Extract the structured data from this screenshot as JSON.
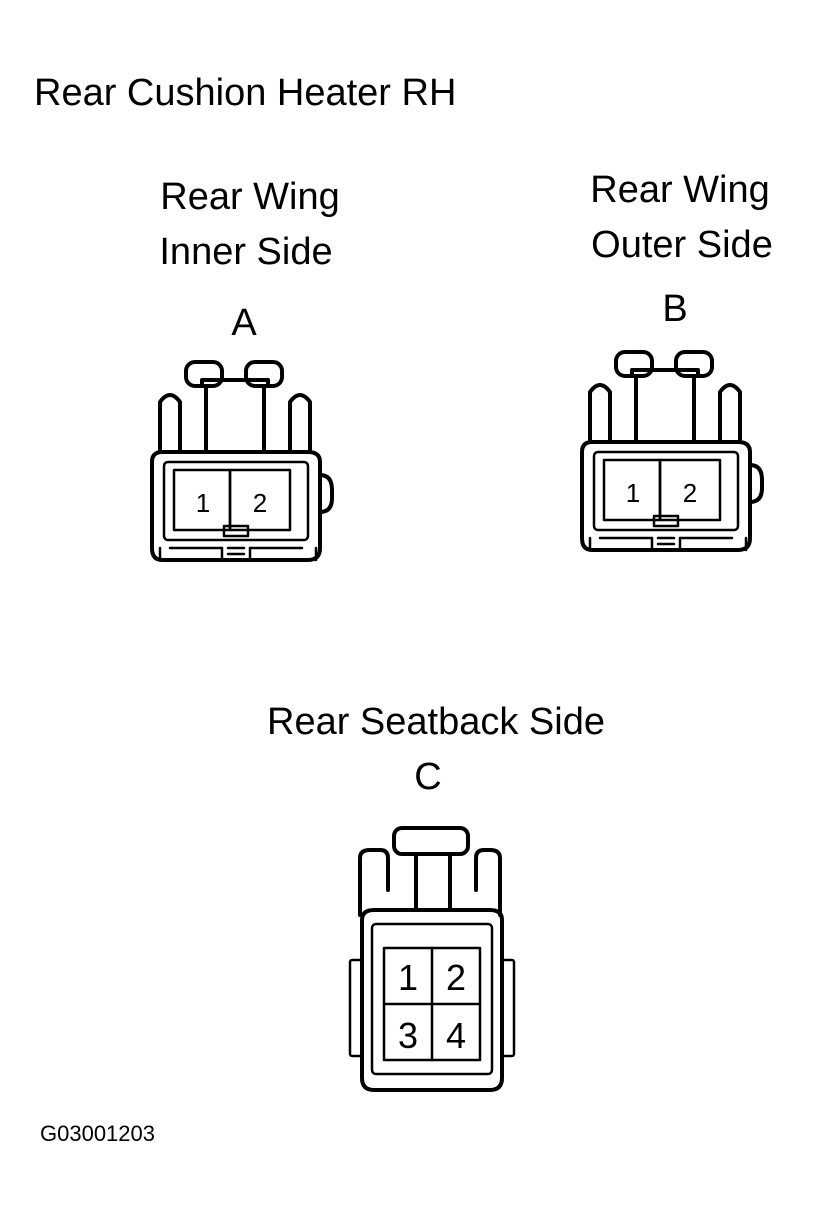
{
  "title": "Rear Cushion Heater RH",
  "connectors": [
    {
      "id": "A",
      "line1": "Rear Wing",
      "line2": "Inner Side",
      "letter": "A",
      "pins": [
        "1",
        "2"
      ]
    },
    {
      "id": "B",
      "line1": "Rear Wing",
      "line2": "Outer Side",
      "letter": "B",
      "pins": [
        "1",
        "2"
      ]
    },
    {
      "id": "C",
      "line1": "Rear Seatback Side",
      "letter": "C",
      "pins": [
        "1",
        "2",
        "3",
        "4"
      ]
    }
  ],
  "figure_code": "G03001203"
}
